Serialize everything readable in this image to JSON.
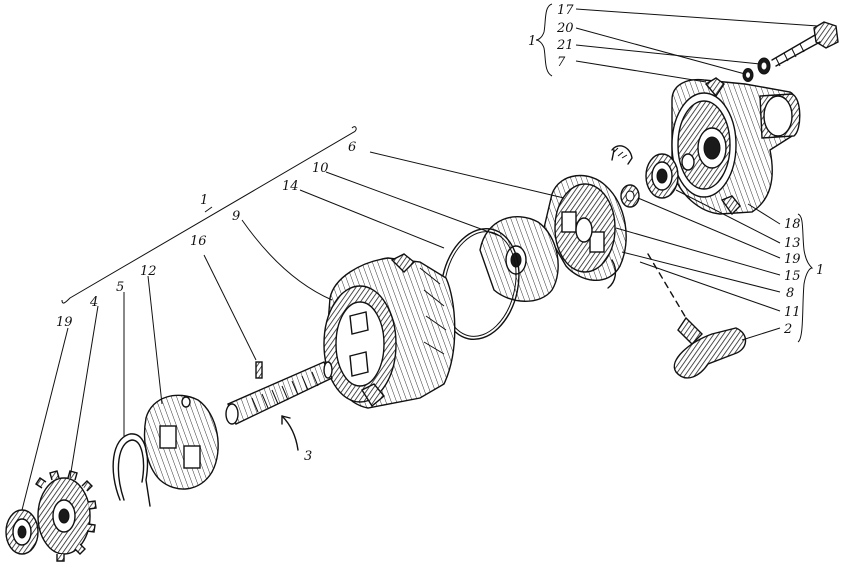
{
  "labels": {
    "l17": "17",
    "l20": "20",
    "l21": "21",
    "l7": "7",
    "l1_top": "1",
    "l6": "6",
    "l10": "10",
    "l14": "14",
    "l1_mid": "1",
    "l9": "9",
    "l16": "16",
    "l12": "12",
    "l5": "5",
    "l4": "4",
    "l19_left": "19",
    "l3": "3",
    "l18": "18",
    "l13": "13",
    "l19_right": "19",
    "l15": "15",
    "l8": "8",
    "l11": "11",
    "l2": "2",
    "l1_right": "1"
  }
}
